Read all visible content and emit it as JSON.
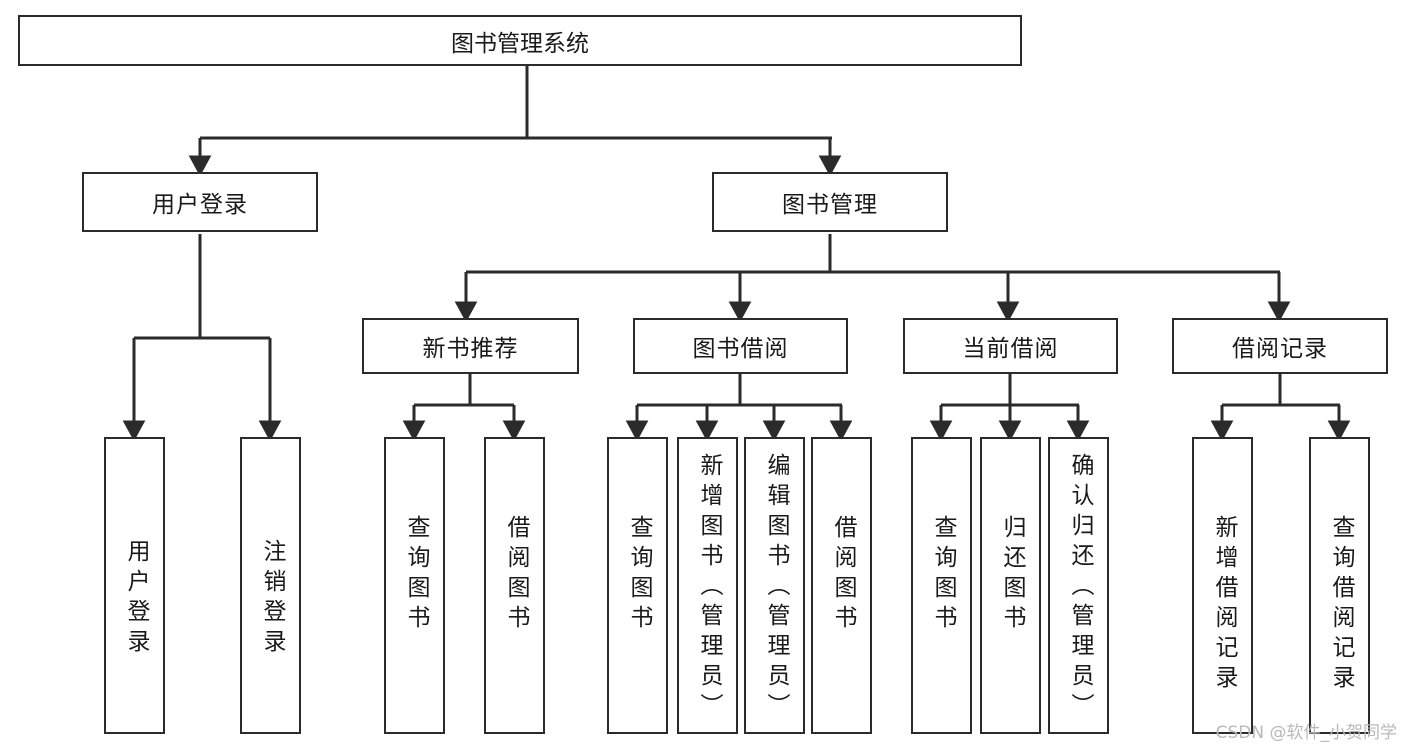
{
  "diagram": {
    "title": "图书管理系统",
    "type": "tree",
    "root": {
      "label": "图书管理系统"
    },
    "level2": [
      {
        "id": "user-login",
        "label": "用户登录"
      },
      {
        "id": "book-management",
        "label": "图书管理"
      }
    ],
    "level3": [
      {
        "id": "new-book-recommend",
        "label": "新书推荐"
      },
      {
        "id": "book-borrow",
        "label": "图书借阅"
      },
      {
        "id": "current-borrow",
        "label": "当前借阅"
      },
      {
        "id": "borrow-record",
        "label": "借阅记录"
      }
    ],
    "leaves": [
      {
        "id": "leaf-user-login",
        "parent": "user-login",
        "label": "用户登录"
      },
      {
        "id": "leaf-logout",
        "parent": "user-login",
        "label": "注销登录"
      },
      {
        "id": "leaf-query-book-1",
        "parent": "new-book-recommend",
        "label": "查询图书"
      },
      {
        "id": "leaf-borrow-book-1",
        "parent": "new-book-recommend",
        "label": "借阅图书"
      },
      {
        "id": "leaf-query-book-2",
        "parent": "book-borrow",
        "label": "查询图书"
      },
      {
        "id": "leaf-add-book",
        "parent": "book-borrow",
        "label": "新增图书（管理员）"
      },
      {
        "id": "leaf-edit-book",
        "parent": "book-borrow",
        "label": "编辑图书（管理员）"
      },
      {
        "id": "leaf-borrow-book-2",
        "parent": "book-borrow",
        "label": "借阅图书"
      },
      {
        "id": "leaf-query-book-3",
        "parent": "current-borrow",
        "label": "查询图书"
      },
      {
        "id": "leaf-return-book",
        "parent": "current-borrow",
        "label": "归还图书"
      },
      {
        "id": "leaf-confirm-return",
        "parent": "current-borrow",
        "label": "确认归还（管理员）"
      },
      {
        "id": "leaf-add-record",
        "parent": "borrow-record",
        "label": "新增借阅记录"
      },
      {
        "id": "leaf-query-record",
        "parent": "borrow-record",
        "label": "查询借阅记录"
      }
    ],
    "colors": {
      "border": "#2b2b2b",
      "background": "#ffffff",
      "text": "#1a1a1a",
      "connector": "#2b2b2b",
      "watermark": "#b9b9b9"
    }
  },
  "watermark": {
    "text": "CSDN @软件_小贺同学"
  }
}
